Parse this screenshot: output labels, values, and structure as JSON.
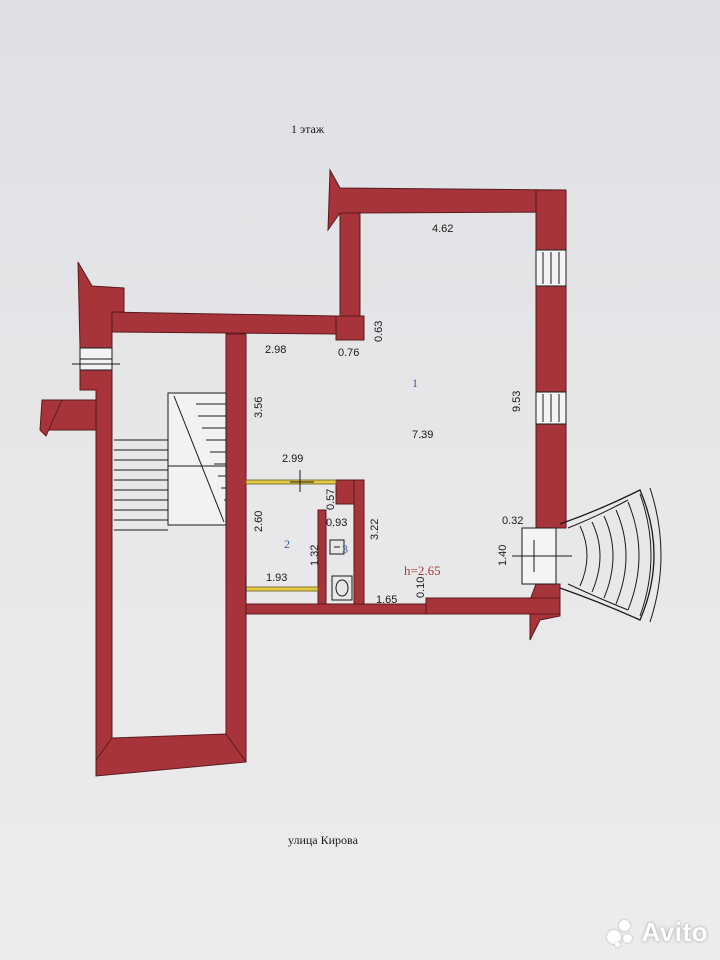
{
  "title": "1 этаж",
  "street": "улица Кирова",
  "rooms": [
    {
      "number": "1"
    },
    {
      "number": "2"
    },
    {
      "number": "3"
    }
  ],
  "ceiling_height": "h=2.65",
  "dimensions": {
    "d462": "4.62",
    "d298": "2.98",
    "d076": "0.76",
    "d063": "0.63",
    "d356": "3.56",
    "d953": "9.53",
    "d739": "7.39",
    "d299": "2.99",
    "d057": "0.57",
    "d260": "2.60",
    "d093": "0.93",
    "d322": "3.22",
    "d132": "1.32",
    "d193": "1.93",
    "d165": "1.65",
    "d010": "0.10",
    "d032": "0.32",
    "d140": "1.40"
  },
  "watermark": "Avito",
  "colors": {
    "wall": "#a8343b",
    "partition": "#e2c94a",
    "room_number": "#3b5fa8",
    "height_label": "#b03a3a"
  }
}
